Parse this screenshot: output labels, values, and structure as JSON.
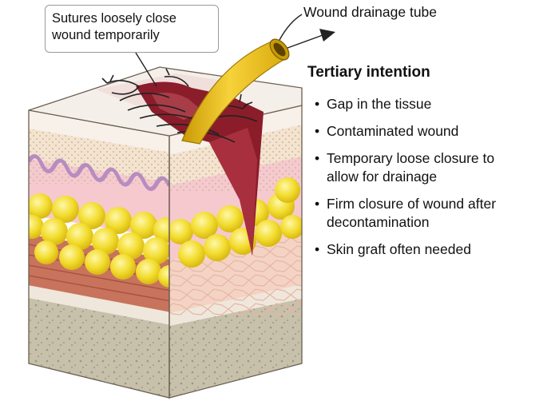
{
  "callout": {
    "line1": "Sutures loosely close",
    "line2": "wound temporarily"
  },
  "tube_label": "Wound drainage tube",
  "legend": {
    "title": "Tertiary intention",
    "items": [
      {
        "lines": [
          "Gap in the tissue"
        ]
      },
      {
        "lines": [
          "Contaminated wound"
        ]
      },
      {
        "lines": [
          "Temporary loose closure to",
          "allow for drainage"
        ]
      },
      {
        "lines": [
          "Firm closure of wound after",
          "decontamination"
        ]
      },
      {
        "lines": [
          "Skin graft often needed"
        ]
      }
    ]
  },
  "colors": {
    "epidermis_top": "#f7f1ea",
    "dermis": "#f6c9cf",
    "fat": "#f2dc2c",
    "muscle": "#c8735c",
    "base": "#c7c0aa",
    "wound": "#8b1d2b",
    "tube": "#f2c319",
    "suture": "#222222"
  }
}
